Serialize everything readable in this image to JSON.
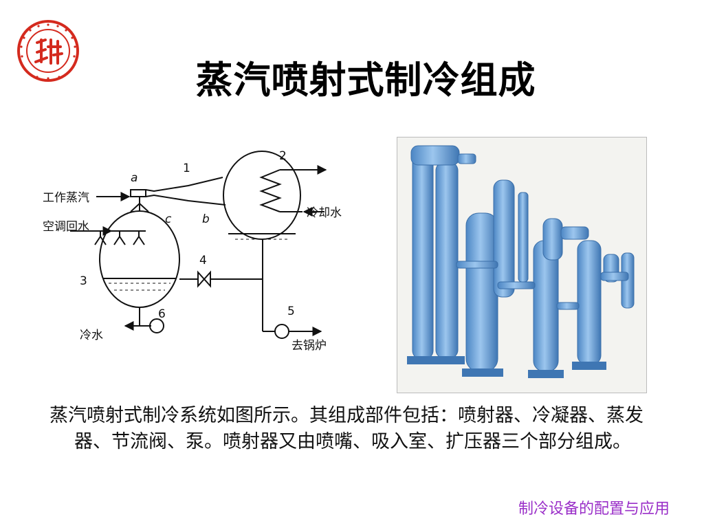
{
  "slide": {
    "title": "蒸汽喷射式制冷组成",
    "description": "蒸汽喷射式制冷系统如图所示。其组成部件包括：喷射器、冷凝器、蒸发器、节流阀、泵。喷射器又由喷嘴、吸入室、扩压器三个部分组成。",
    "footer": "制冷设备的配置与应用"
  },
  "diagram": {
    "labels": {
      "working_steam": "工作蒸汽",
      "ac_return_water": "空调回水",
      "cooling_water": "冷却水",
      "cold_water": "冷水",
      "to_boiler": "去锅炉",
      "a": "a",
      "b": "b",
      "c": "c",
      "n1": "1",
      "n2": "2",
      "n3": "3",
      "n4": "4",
      "n5": "5",
      "n6": "6"
    }
  },
  "logo": {
    "icon": "university-seal-icon",
    "color": "#d42a1e"
  },
  "photo": {
    "subject": "steam-jet-refrigeration-units-photo",
    "color": "#6fa6d8"
  }
}
